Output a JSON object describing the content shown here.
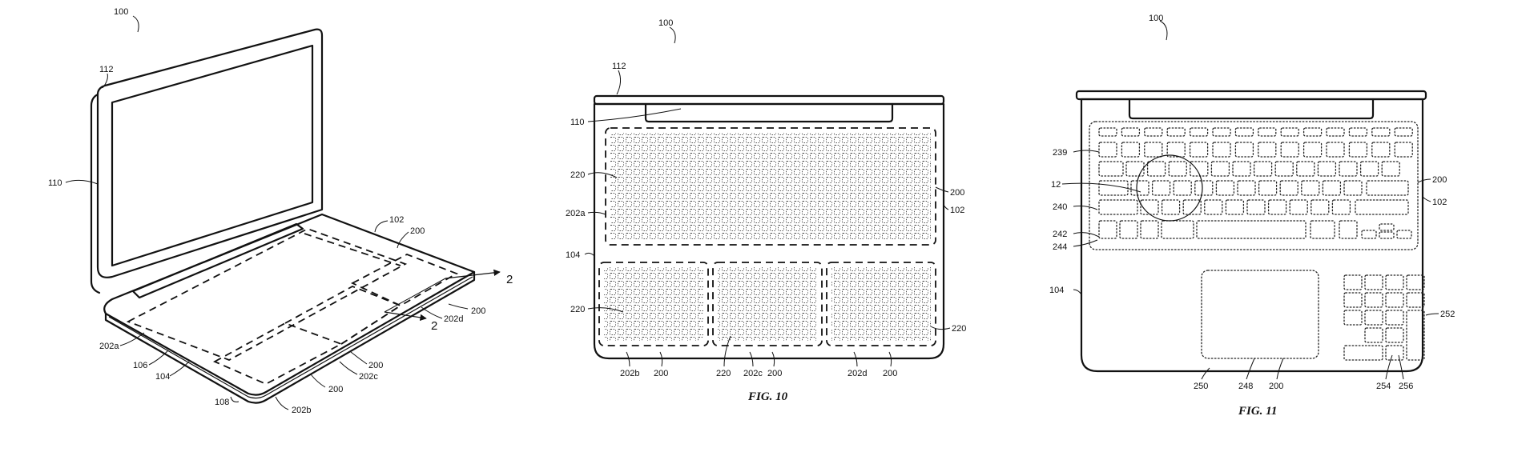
{
  "figures": {
    "fig9": {
      "refs": {
        "device": "100",
        "lid": "112",
        "display": "110",
        "base": "102",
        "zone": "200",
        "section_line_a": "2",
        "section_line_b": "2",
        "region_d": "202d",
        "zone_d": "200",
        "region_a": "202a",
        "zone_c": "200",
        "side": "106",
        "bottom": "104",
        "region_c": "202c",
        "zone_b": "200",
        "edge": "108",
        "region_b": "202b"
      }
    },
    "fig10": {
      "caption": "FIG. 10",
      "refs": {
        "device": "100",
        "lid": "112",
        "hinge": "110",
        "grid_top": "220",
        "zone_right": "200",
        "base": "102",
        "region_a": "202a",
        "housing": "104",
        "grid_b": "220",
        "grid_d": "220",
        "region_b": "202b",
        "zone_b": "200",
        "grid_c": "220",
        "region_c": "202c",
        "zone_c": "200",
        "region_d": "202d",
        "zone_d": "200"
      }
    },
    "fig11": {
      "caption": "FIG. 11",
      "refs": {
        "device": "100",
        "row_keys": "239",
        "zone_right": "200",
        "circle": "12",
        "base": "102",
        "keyboard": "240",
        "key_row": "242",
        "key_area": "244",
        "housing": "104",
        "keypad": "252",
        "trackpad": "250",
        "pad_area": "248",
        "zone_bottom": "200",
        "key_a": "254",
        "key_b": "256"
      }
    }
  }
}
